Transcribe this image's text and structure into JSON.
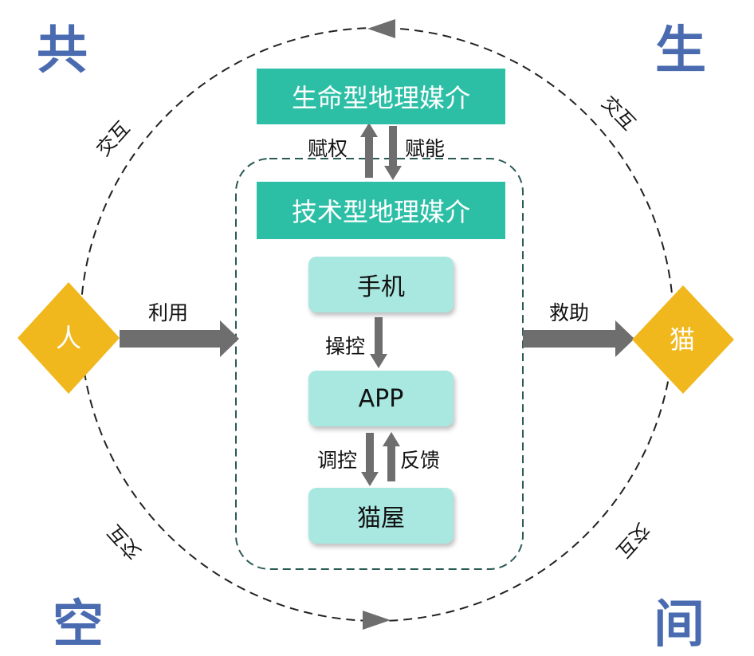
{
  "corners": {
    "top_left": "共",
    "top_right": "生",
    "bottom_left": "空",
    "bottom_right": "间"
  },
  "top_box": "生命型地理媒介",
  "tech_box": "技术型地理媒介",
  "arrows_top": {
    "up": "赋权",
    "down": "赋能"
  },
  "inner": {
    "phone": "手机",
    "app": "APP",
    "house": "猫屋"
  },
  "inner_arrows": {
    "operate": "操控",
    "regulate": "调控",
    "feedback": "反馈"
  },
  "human": "人",
  "cat": "猫",
  "use_label": "利用",
  "rescue_label": "救助",
  "interact": {
    "top_left": "交互",
    "top_right": "交互",
    "bottom_left": "交互",
    "bottom_right": "交互"
  },
  "colors": {
    "teal": "#2cbfa6",
    "mint": "#a8e8e0",
    "diamond": "#f0b81c",
    "corner": "#4a6bb0",
    "arrow": "#6e6e6e",
    "dash_box": "#2a5a55"
  }
}
